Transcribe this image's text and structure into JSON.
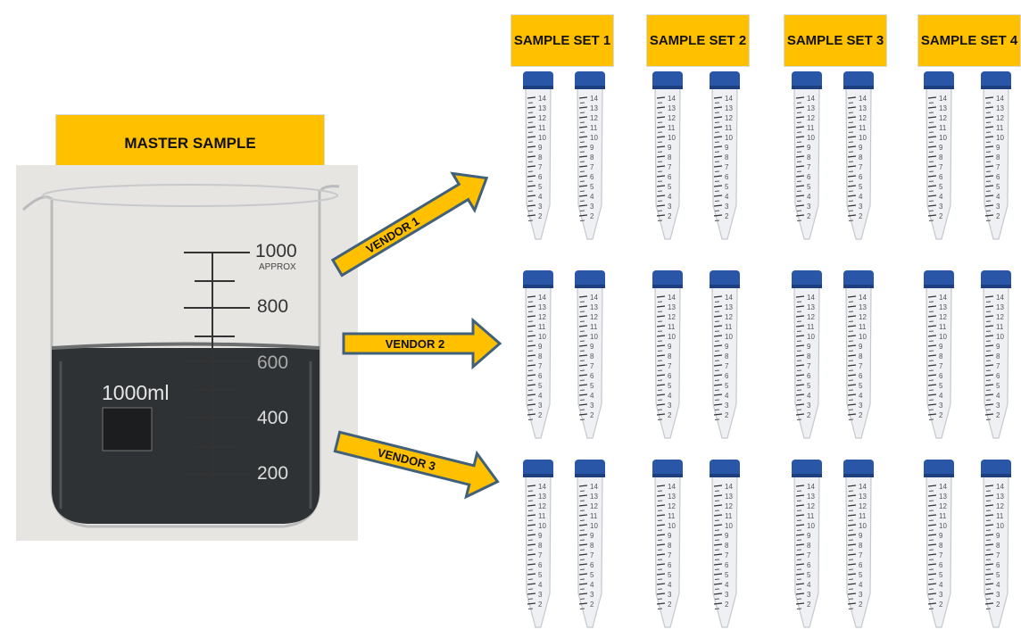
{
  "master_label": "MASTER SAMPLE",
  "sample_sets": [
    "SAMPLE SET 1",
    "SAMPLE SET 2",
    "SAMPLE SET 3",
    "SAMPLE SET 4"
  ],
  "vendors": [
    "VENDOR 1",
    "VENDOR 2",
    "VENDOR 3"
  ],
  "beaker": {
    "capacity_label": "1000ml",
    "scale": [
      "1000",
      "800",
      "600",
      "400",
      "200"
    ],
    "approx_label": "APPROX"
  },
  "tube_scale": [
    "14",
    "13",
    "12",
    "11",
    "10",
    "9",
    "8",
    "7",
    "6",
    "5",
    "4",
    "3",
    "2"
  ],
  "colors": {
    "label": "#ffc000",
    "arrow_border": "#41607a",
    "cap": "#2a56a8",
    "liquid": "#2e3234"
  }
}
